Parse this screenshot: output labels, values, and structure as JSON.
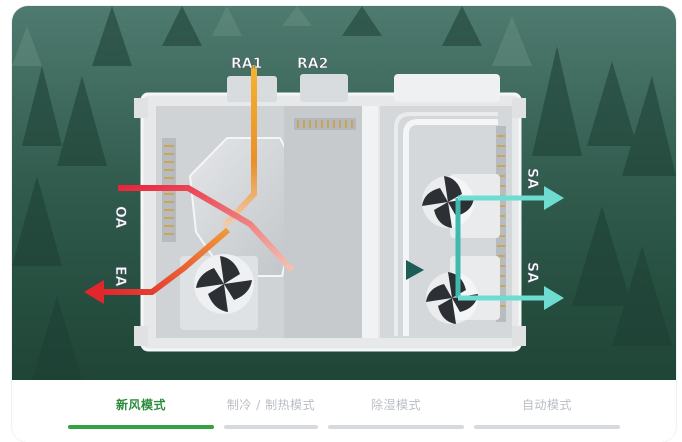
{
  "diagram": {
    "labels": {
      "ra1": "RA1",
      "ra2": "RA2",
      "oa": "OA",
      "ea": "EA",
      "sa_top": "SA",
      "sa_bottom": "SA"
    }
  },
  "tabs": [
    {
      "label": "新风模式",
      "active": true
    },
    {
      "label": "制冷 / 制热模式",
      "active": false
    },
    {
      "label": "除湿模式",
      "active": false
    },
    {
      "label": "自动模式",
      "active": false
    }
  ],
  "colors": {
    "active_tab": "#34a143",
    "inactive_tab": "#d6d9dd",
    "arrow_supply": "#5fd3c8",
    "arrow_exhaust": "#e03a3a",
    "arrow_return": "#f0a82a"
  }
}
